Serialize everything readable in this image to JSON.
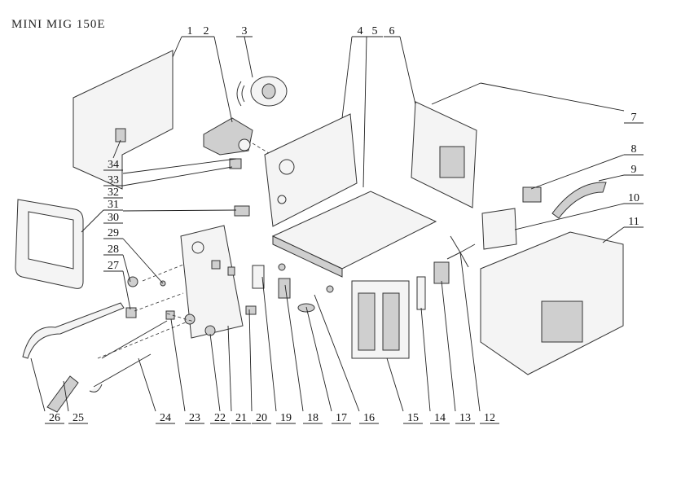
{
  "title": "MINI MIG 150E",
  "part_numbers": [
    "1",
    "2",
    "3",
    "4",
    "5",
    "6",
    "7",
    "8",
    "9",
    "10",
    "11",
    "12",
    "13",
    "14",
    "15",
    "16",
    "17",
    "18",
    "19",
    "20",
    "21",
    "22",
    "23",
    "24",
    "25",
    "26",
    "27",
    "28",
    "29",
    "30",
    "31",
    "32",
    "33",
    "34"
  ]
}
